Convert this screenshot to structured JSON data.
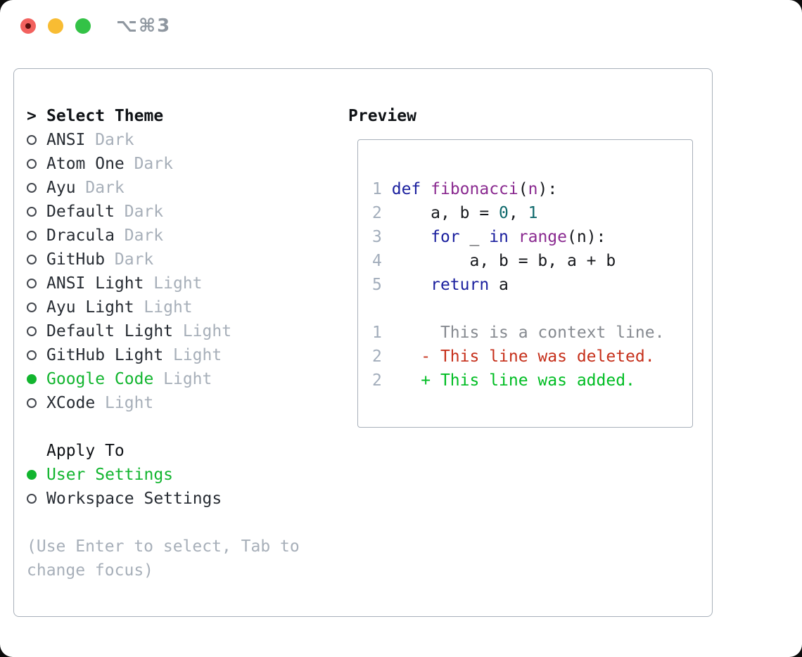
{
  "titlebar": {
    "title": "⌥⌘3"
  },
  "panel": {
    "select_theme": {
      "marker": ">",
      "label": "Select Theme"
    },
    "themes": [
      {
        "name": "ANSI",
        "variant": "Dark",
        "selected": false
      },
      {
        "name": "Atom One",
        "variant": "Dark",
        "selected": false
      },
      {
        "name": "Ayu",
        "variant": "Dark",
        "selected": false
      },
      {
        "name": "Default",
        "variant": "Dark",
        "selected": false
      },
      {
        "name": "Dracula",
        "variant": "Dark",
        "selected": false
      },
      {
        "name": "GitHub",
        "variant": "Dark",
        "selected": false
      },
      {
        "name": "ANSI Light",
        "variant": "Light",
        "selected": false
      },
      {
        "name": "Ayu Light",
        "variant": "Light",
        "selected": false
      },
      {
        "name": "Default Light",
        "variant": "Light",
        "selected": false
      },
      {
        "name": "GitHub Light",
        "variant": "Light",
        "selected": false
      },
      {
        "name": "Google Code",
        "variant": "Light",
        "selected": true
      },
      {
        "name": "XCode",
        "variant": "Light",
        "selected": false
      }
    ],
    "apply_to": {
      "label": "Apply To",
      "options": [
        {
          "label": "User Settings",
          "selected": true
        },
        {
          "label": "Workspace Settings",
          "selected": false
        }
      ]
    },
    "hint": "(Use Enter to select, Tab to change focus)"
  },
  "preview": {
    "label": "Preview",
    "code_lines": [
      {
        "num": "1",
        "tokens": [
          [
            "kw",
            "def"
          ],
          [
            "pl",
            " "
          ],
          [
            "fn",
            "fibonacci"
          ],
          [
            "pl",
            "("
          ],
          [
            "fn",
            "n"
          ],
          [
            "pl",
            "):"
          ]
        ]
      },
      {
        "num": "2",
        "tokens": [
          [
            "pl",
            "    a, b = "
          ],
          [
            "num",
            "0"
          ],
          [
            "pl",
            ", "
          ],
          [
            "num",
            "1"
          ]
        ]
      },
      {
        "num": "3",
        "tokens": [
          [
            "pl",
            "    "
          ],
          [
            "kw",
            "for"
          ],
          [
            "pl",
            " _ "
          ],
          [
            "kw",
            "in"
          ],
          [
            "pl",
            " "
          ],
          [
            "fn",
            "range"
          ],
          [
            "pl",
            "(n):"
          ]
        ]
      },
      {
        "num": "4",
        "tokens": [
          [
            "pl",
            "        a, b = b, a + b"
          ]
        ]
      },
      {
        "num": "5",
        "tokens": [
          [
            "pl",
            "    "
          ],
          [
            "kw",
            "return"
          ],
          [
            "pl",
            " a"
          ]
        ]
      }
    ],
    "diff_lines": [
      {
        "num": "1",
        "tokens": [
          [
            "ctx",
            "     This is a context line."
          ]
        ]
      },
      {
        "num": "2",
        "tokens": [
          [
            "del",
            "   - This line was deleted."
          ]
        ]
      },
      {
        "num": "2",
        "tokens": [
          [
            "add",
            "   + This line was added."
          ]
        ]
      }
    ]
  },
  "colors": {
    "selection-green": "#12b52f",
    "diff-added": "#00bd23",
    "diff-removed": "#c6301b",
    "context-gray": "#868a90",
    "keyword-blue": "#1a1f9e",
    "function-purple": "#8a2a90",
    "literal-teal": "#0f696c",
    "muted": "#a7afb9",
    "line-number": "#a2adbb",
    "border-gray": "#a8b0ba",
    "title-gray": "#8f97a0",
    "traffic-red": "#f2615e",
    "traffic-yellow": "#f8bc33",
    "traffic-green": "#33c246"
  }
}
